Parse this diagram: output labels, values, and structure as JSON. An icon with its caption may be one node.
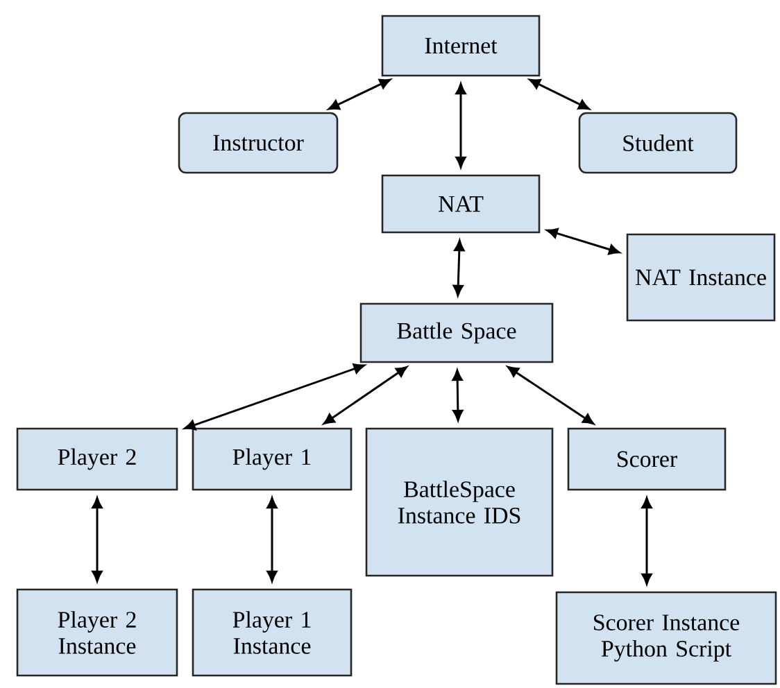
{
  "diagram": {
    "nodes": [
      {
        "text": [
          "Internet"
        ]
      },
      {
        "text": [
          "Instructor"
        ]
      },
      {
        "text": [
          "Student"
        ]
      },
      {
        "text": [
          "NAT"
        ]
      },
      {
        "text": [
          "NAT Instance"
        ]
      },
      {
        "text": [
          "Battle Space"
        ]
      },
      {
        "text": [
          "Player 2"
        ]
      },
      {
        "text": [
          "Player 1"
        ]
      },
      {
        "text": [
          "BattleSpace Instance IDS"
        ]
      },
      {
        "text": [
          "Scorer"
        ]
      },
      {
        "text": [
          "Player 2 Instance"
        ]
      },
      {
        "text": [
          "Player 1 Instance"
        ]
      },
      {
        "text": [
          "Scorer Instance Python Script"
        ]
      }
    ],
    "edges": [
      {
        "from": 0,
        "to": 1,
        "arrow": "both"
      },
      {
        "from": 0,
        "to": 2,
        "arrow": "both"
      },
      {
        "from": 0,
        "to": 3,
        "arrow": "both"
      },
      {
        "from": 3,
        "to": 4,
        "arrow": "both"
      },
      {
        "from": 3,
        "to": 5,
        "arrow": "both"
      },
      {
        "from": 5,
        "to": 6,
        "arrow": "both"
      },
      {
        "from": 5,
        "to": 7,
        "arrow": "both"
      },
      {
        "from": 5,
        "to": 8,
        "arrow": "both"
      },
      {
        "from": 5,
        "to": 9,
        "arrow": "both"
      },
      {
        "from": 6,
        "to": 10,
        "arrow": "both"
      },
      {
        "from": 7,
        "to": 11,
        "arrow": "both"
      },
      {
        "from": 9,
        "to": 12,
        "arrow": "both"
      }
    ]
  }
}
